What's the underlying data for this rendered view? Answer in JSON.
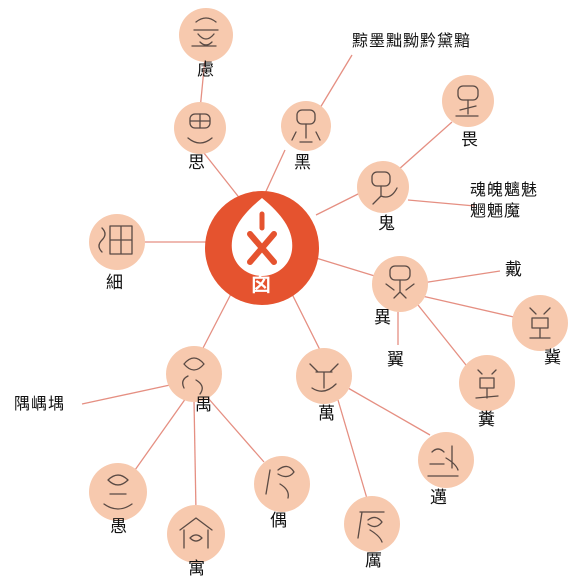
{
  "center": {
    "label": "囟"
  },
  "nodes": {
    "lu": "慮",
    "si": "思",
    "xi_thin": "細",
    "hei": "黑",
    "wei": "畏",
    "gui": "鬼",
    "yi": "異",
    "yi_wing": "翼",
    "ji_hope": "冀",
    "ji_wish": "糞",
    "dai": "戴",
    "yu": "禺",
    "yu_fool": "愚",
    "yu_lodge": "寓",
    "ou": "偶",
    "wan": "萬",
    "mai": "邁",
    "li": "厲"
  },
  "derivatives": {
    "hei": "黥墨黜黝黔黛黯",
    "gui_line1": "魂魄魑魅",
    "gui_line2": "魍魎魔",
    "yu": "隅嵎堣"
  },
  "colors": {
    "center_fill": "#e5532f",
    "node_fill": "#f7c9ae",
    "link": "#e58f82"
  }
}
